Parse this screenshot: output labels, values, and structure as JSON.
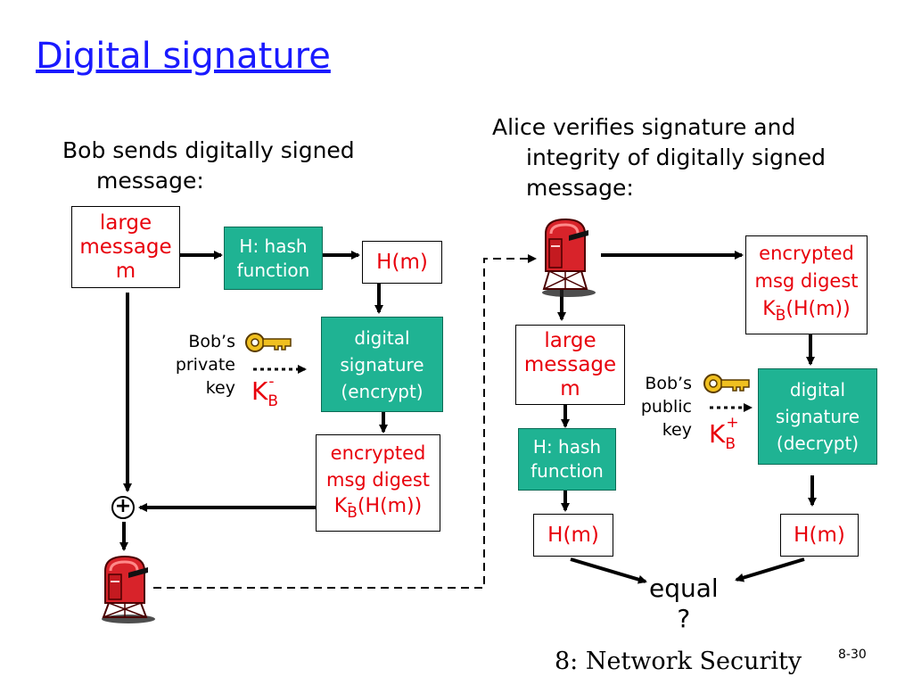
{
  "slide": {
    "title": "Digital signature",
    "footer": "8: Network Security",
    "page_number": "8-30"
  },
  "bob": {
    "heading_line1": "Bob sends digitally signed",
    "heading_line2": "message:",
    "large_message": [
      "large",
      "message",
      "m"
    ],
    "hash_function": [
      "H: hash",
      "function"
    ],
    "hm": "H(m)",
    "digital_signature": [
      "digital",
      "signature",
      "(encrypt)"
    ],
    "encrypted_digest": [
      "encrypted",
      "msg digest"
    ],
    "key_label": [
      "Bob’s",
      "private",
      "key"
    ],
    "key_letter": "K",
    "key_sub": "B",
    "key_sup": "-",
    "kb_hm": "(H(m))",
    "plus": "+"
  },
  "alice": {
    "heading_line1": "Alice verifies signature and",
    "heading_line2": "integrity of digitally signed",
    "heading_line3": "message:",
    "large_message": [
      "large",
      "message",
      "m"
    ],
    "hash_function": [
      "H: hash",
      "function"
    ],
    "hm_left": "H(m)",
    "hm_right": "H(m)",
    "encrypted_digest": [
      "encrypted",
      "msg digest"
    ],
    "digital_signature": [
      "digital",
      "signature",
      "(decrypt)"
    ],
    "key_label": [
      "Bob’s",
      "public",
      "key"
    ],
    "key_letter": "K",
    "key_sub": "B",
    "key_sup": "+",
    "kb_hm": "(H(m))",
    "equal_line1": "equal",
    "equal_line2": "?"
  },
  "colors": {
    "title": "#1a1aff",
    "red_text": "#e8000b",
    "green_box": "#1fb393",
    "mailbox": "#d8232a",
    "key": "#f0c020"
  },
  "icons": [
    "mailbox-icon",
    "key-icon"
  ]
}
